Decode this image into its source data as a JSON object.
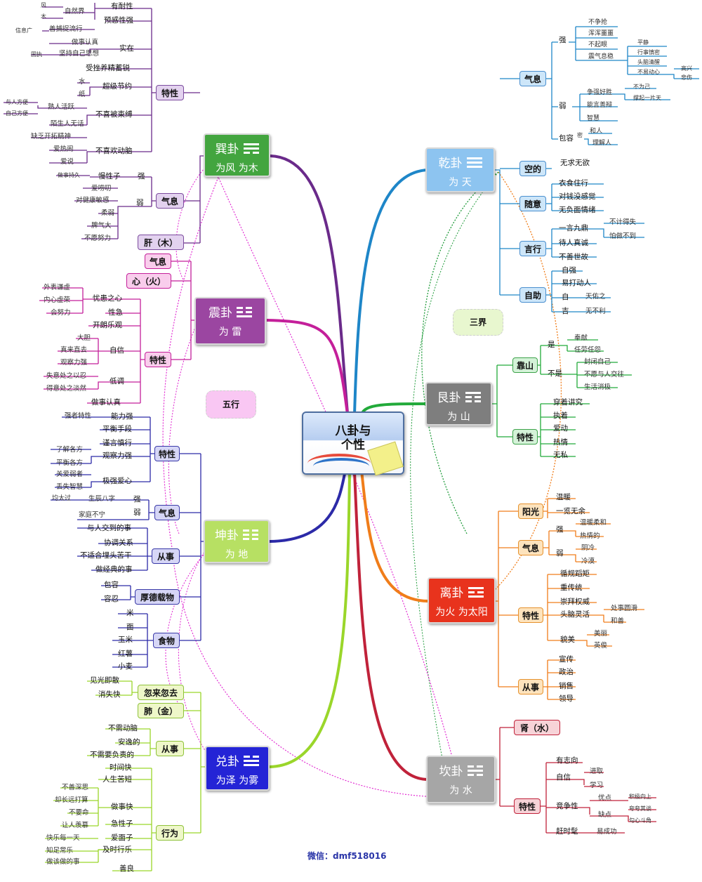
{
  "title": "八卦与个性",
  "footer": "微信：dmf518016",
  "annotations": {
    "sanjie": "三界",
    "wuxing": "五行"
  },
  "colors": {
    "qian": "#5ea6e3",
    "gen": "#7a7a7a",
    "li": "#e8331d",
    "kan": "#a6a6a6",
    "xun": "#43a53f",
    "zhen": "#9b46a1",
    "kun": "#b7e063",
    "dui": "#2424d6"
  },
  "hubs": {
    "qian": {
      "name": "乾卦",
      "sub": "为 天"
    },
    "gen": {
      "name": "艮卦",
      "sub": "为 山"
    },
    "li": {
      "name": "离卦",
      "sub": "为火 为太阳"
    },
    "kan": {
      "name": "坎卦",
      "sub": "为 水"
    },
    "xun": {
      "name": "巽卦",
      "sub": "为风 为木"
    },
    "zhen": {
      "name": "震卦",
      "sub": "为 雷"
    },
    "kun": {
      "name": "坤卦",
      "sub": "为 地"
    },
    "dui": {
      "name": "兑卦",
      "sub": "为泽 为雾"
    }
  },
  "boxes": {
    "qixi_qian": "气息",
    "kongde": "空的",
    "suiyi": "随意",
    "yanxing": "言行",
    "zizhu": "自助",
    "kaoshan": "靠山",
    "texing_gen": "特性",
    "yangguang": "阳光",
    "qixi_li": "气息",
    "texing_li": "特性",
    "congshi_li": "从事",
    "shen": "肾（水）",
    "texing_kan": "特性",
    "texing_xun": "特性",
    "qixi_xun": "气息",
    "gan": "肝（木）",
    "qixi_zhen": "气息",
    "xin": "心（火）",
    "texing_zhen": "特性",
    "texing_kun": "特性",
    "qixi_kun": "气息",
    "congshi_kun": "从事",
    "houde": "厚德载物",
    "shiwu": "食物",
    "huilai": "忽来忽去",
    "fei": "肺（金）",
    "congshi_dui": "从事",
    "xingwei": "行为"
  },
  "leaves": {
    "q_qiang": "强",
    "q_buzhengqiang": "不争抢",
    "q_hunhun": "浑浑噩噩",
    "q_buqiyan": "不起眼",
    "q_chenqi": "震气息稳",
    "q_pingjing": "平静",
    "q_xingshi": "行事慎密",
    "q_tounao": "头脑清醒",
    "q_buyi": "不易动心",
    "q_gaoxing": "高兴",
    "q_beishang": "悲伤",
    "q_ruo": "弱",
    "q_zhengqiang": "争强好胜",
    "q_buweiji": "不为己",
    "q_chengqi": "撑起一片天",
    "q_nengyan": "能言善辩",
    "q_zhihui": "智慧",
    "q_baorong": "包容",
    "q_mi": "密",
    "q_heren": "和人",
    "q_lijie": "理解人",
    "q_wuqiu": "无求无欲",
    "q_yishi": "衣食住行",
    "q_duiqian": "对钱没感觉",
    "q_wufumian": "无负面情绪",
    "q_yiyan": "一言九鼎",
    "q_bujishi": "不计得失",
    "q_pazuo": "怕做不到",
    "q_dairen": "待人真诚",
    "q_bushan": "不善世故",
    "q_ziqiang": "自强",
    "q_yida": "易打动人",
    "q_zi": "自",
    "q_tianyou": "天佑之",
    "q_ji": "吉",
    "q_wubuli": "无不利",
    "g_shi": "是",
    "g_fengxian": "奉献",
    "g_renlao": "任劳任怨",
    "g_bushi": "不是",
    "g_fengbi": "封闭自己",
    "g_buyuan": "不愿与人交往",
    "g_shenghuo": "生活消极",
    "g_chuanzhuo": "穿着讲究",
    "g_zhizhuo": "执着",
    "g_aidong": "爱动",
    "g_reqing": "热情",
    "g_wusi": "无私",
    "l_wennuan": "温暖",
    "l_yilan": "一览无余",
    "l_qiang": "强",
    "l_wennuanrouhe": "温暖柔和",
    "l_reqingde": "热情的",
    "l_ruo": "弱",
    "l_yinleng": "阴冷",
    "l_lengmo": "冷漠",
    "l_xungui": "循规蹈矩",
    "l_zhongchuan": "重传统",
    "l_chongbai": "崇拜权威",
    "l_tounao": "头脑灵活",
    "l_chushi": "处事圆滑",
    "l_heshan": "和善",
    "l_maomei": "貌美",
    "l_meili": "美丽",
    "l_yingjun": "英俊",
    "l_xuanchuan": "宣传",
    "l_zhengzhi": "政治",
    "l_xiaoshou": "销售",
    "l_lingdao": "领导",
    "k_youzhi": "有志向",
    "k_zixin": "自信",
    "k_jinqu": "进取",
    "k_xuexi": "学习",
    "k_jingzheng": "竞争性",
    "k_youdian": "优点",
    "k_jiji": "积极向上",
    "k_quedian": "缺点",
    "k_kuakua": "夸夸其谈",
    "k_gouxin": "勾心斗角",
    "k_ganshi": "赶时髦",
    "k_yichenggong": "易成功",
    "x_feng": "风",
    "x_mu": "木",
    "x_ziran": "自然界",
    "x_younaixing": "有耐性",
    "x_yugan": "预感性强",
    "x_xinxi": "信息广",
    "x_shanbu": "善捕捉流行",
    "x_zuoshi": "做事认真",
    "x_gushi": "固执",
    "x_jianchi": "坚持自己思想",
    "x_shizai": "实在",
    "x_shoucuo": "受挫养精蓄锐",
    "x_shui": "水",
    "x_zhi": "纸",
    "x_chaoji": "超级节约",
    "x_yurenfangbian": "与人方便",
    "x_zijifangbian": "自己方便",
    "x_shuren": "熟人活跃",
    "x_moshengren": "陌生人无话",
    "x_buxihuan": "不喜被束缚",
    "x_quefa": "缺乏开拓精神",
    "x_aire": "爱热闹",
    "x_aishuo": "爱说",
    "x_buxihuandong": "不喜欢动脑",
    "x_zuoshichijiu": "做事持久",
    "x_manxing": "慢性子",
    "x_qiang": "强",
    "x_aichaojia": "爱唠叨",
    "x_duijiankang": "对健康敏感",
    "x_ruo": "弱",
    "x_rouruo": "柔弱",
    "x_piqida": "脾气大",
    "x_buyuan": "不愿努力",
    "z_waibiao": "外表谦虚",
    "z_neixin": "内心虚荣",
    "z_huinuli": "会努力",
    "z_youhuan": "忧患之心",
    "z_xingji": "性急",
    "z_kailang": "开朗乐观",
    "z_dadan": "大胆",
    "z_zhenlai": "真来直去",
    "z_guancha": "观察力强",
    "z_zixin": "自信",
    "z_shiyi": "失意处之以忍",
    "z_deyi": "得意处之淡然",
    "z_didiao": "低调",
    "z_zuoshi": "做事认真",
    "k2_qiangzhe": "强者特性",
    "k2_nengli": "能力强",
    "k2_pingheng": "平衡手段",
    "k2_jinyan": "谨言慎行",
    "k2_liaojie": "了解各方",
    "k2_pinghengge": "平衡各方",
    "k2_guanchali": "观察力强",
    "k2_guanai": "关爱弱者",
    "k2_diushi": "丢失智慧",
    "k2_jiqiang": "极强爱心",
    "k2_juntaiguo": "均太过",
    "k2_shengchen": "生辰八字",
    "k2_qiang": "强",
    "k2_jiating": "家庭不宁",
    "k2_ruo": "弱",
    "k2_yuren": "与人交到的事",
    "k2_xietiao": "协调关系",
    "k2_bushihe": "不适合埋头苦干",
    "k2_zuojingdian": "做经典的事",
    "k2_baorong": "包容",
    "k2_rongren": "容忍",
    "k2_mi": "米",
    "k2_mian": "面",
    "k2_yumi": "玉米",
    "k2_hongshu": "红薯",
    "k2_xiaomai": "小麦",
    "d_jianguang": "见光即散",
    "d_xiaoshi": "消失快",
    "d_buxudong": "不需动脑",
    "d_anyi": "安逸的",
    "d_buxuyao": "不需要负责的",
    "d_shijian": "时间快",
    "d_rensheng": "人生苦短",
    "d_bushan": "不善深思",
    "d_queyao": "却长远打算",
    "d_buyaoming": "不要命",
    "d_zuoshikuai": "做事快",
    "d_rangren": "让人羡慕",
    "d_jizaozi": "急性子",
    "d_kuaile": "快乐每一天",
    "d_aimianzi": "爱面子",
    "d_zhizu": "知足常乐",
    "d_jishi": "及时行乐",
    "d_zuogai": "做该做的事",
    "d_shanliang": "善良"
  }
}
